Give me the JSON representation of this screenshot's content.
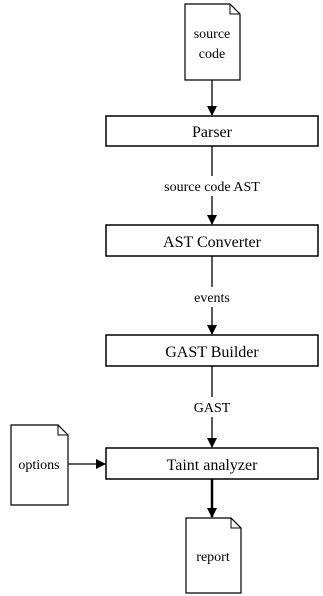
{
  "documents": {
    "source": {
      "line1": "source",
      "line2": "code"
    },
    "options": {
      "label": "options"
    },
    "report": {
      "label": "report"
    }
  },
  "processes": {
    "parser": "Parser",
    "ast_converter": "AST Converter",
    "gast_builder": "GAST Builder",
    "taint_analyzer": "Taint analyzer"
  },
  "edge_labels": {
    "source_code_ast": "source code AST",
    "events": "events",
    "gast": "GAST"
  },
  "colors": {
    "stroke": "#000000",
    "fill": "#ffffff",
    "text": "#000000"
  }
}
